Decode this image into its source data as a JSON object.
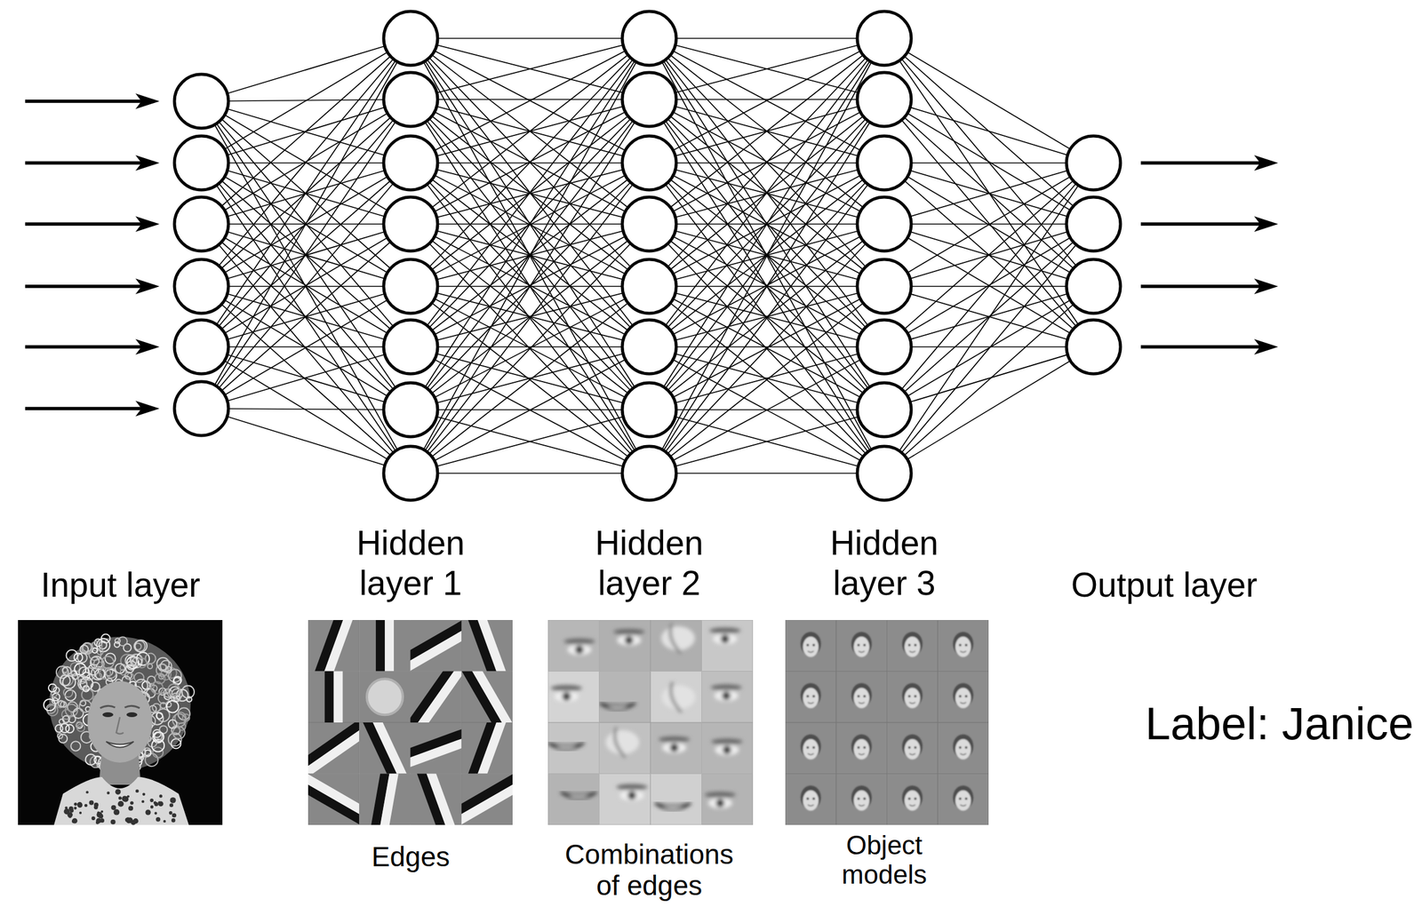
{
  "diagram": {
    "labels": [
      "Input layer",
      "Hidden layer 1",
      "Hidden layer 2",
      "Hidden layer 3",
      "Output layer",
      "Edges",
      "Combinations of edges",
      "Object models",
      "Label: Janice"
    ]
  }
}
